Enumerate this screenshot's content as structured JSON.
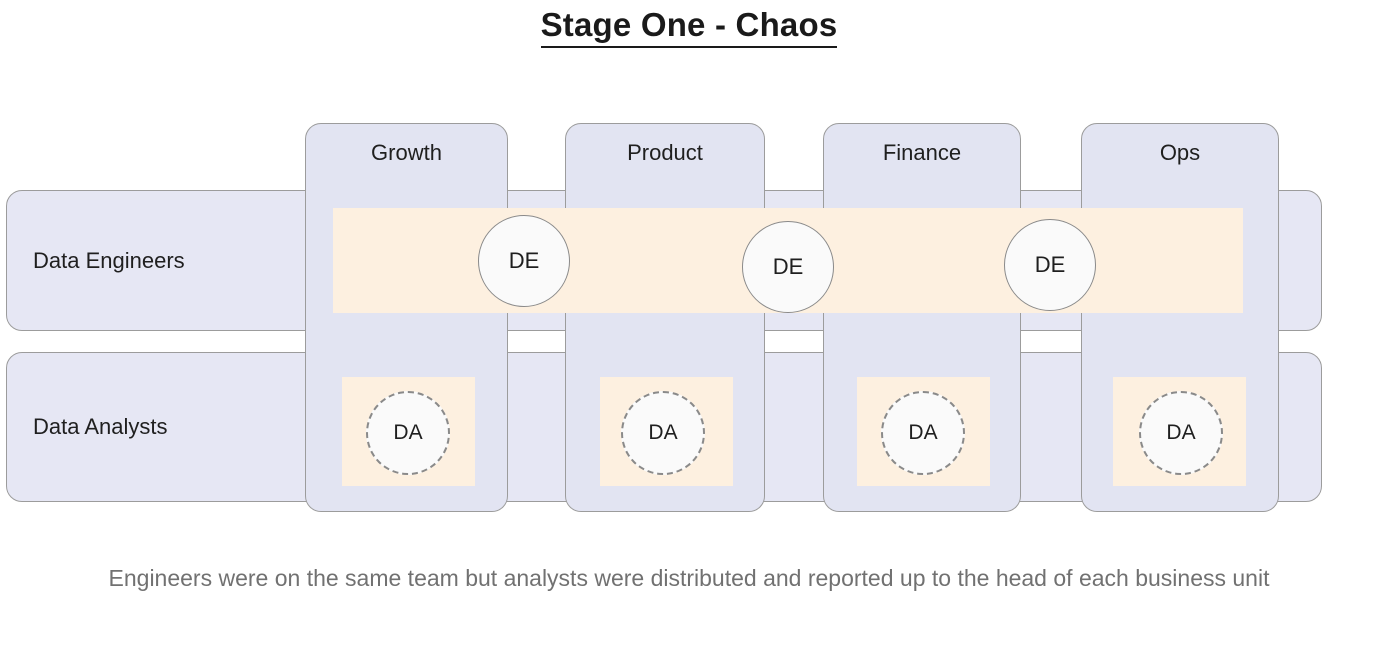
{
  "title": "Stage One - Chaos",
  "caption": "Engineers were on the same team but analysts were distributed and reported up to the head of each business unit",
  "rows": [
    {
      "label": "Data Engineers"
    },
    {
      "label": "Data Analysts"
    }
  ],
  "columns": [
    {
      "label": "Growth"
    },
    {
      "label": "Product"
    },
    {
      "label": "Finance"
    },
    {
      "label": "Ops"
    }
  ],
  "nodes": {
    "data_engineers": [
      {
        "label": "DE",
        "column": "Growth"
      },
      {
        "label": "DE",
        "column": "Product"
      },
      {
        "label": "DE",
        "column": "Finance"
      }
    ],
    "data_analysts": [
      {
        "label": "DA",
        "column": "Growth"
      },
      {
        "label": "DA",
        "column": "Product"
      },
      {
        "label": "DA",
        "column": "Finance"
      },
      {
        "label": "DA",
        "column": "Ops"
      }
    ]
  },
  "colors": {
    "lane_fill": "#e2e4f2",
    "row_fill": "#e6e7f4",
    "highlight_fill": "#fdf0e0",
    "border": "#9c9c9c",
    "node_fill": "#fafafa",
    "node_border": "#8a8a8a",
    "title_text": "#1a1a1a",
    "caption_text": "#717171"
  }
}
